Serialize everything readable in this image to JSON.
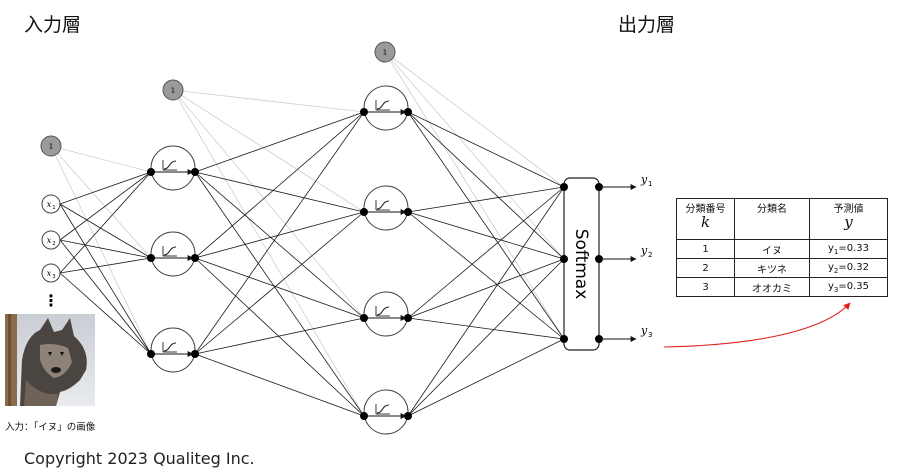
{
  "labels": {
    "input_layer": "入力層",
    "output_layer": "出力層",
    "softmax": "Softmax",
    "caption": "入力：「イヌ」の画像",
    "copyright": "Copyright 2023 Qualiteg Inc.",
    "bias": "1",
    "ellipsis": "⋮"
  },
  "inputs": [
    {
      "sym": "x",
      "sub": "1"
    },
    {
      "sym": "x",
      "sub": "2"
    },
    {
      "sym": "x",
      "sub": "3"
    }
  ],
  "outputs": [
    {
      "sym": "y",
      "sub": "1"
    },
    {
      "sym": "y",
      "sub": "2"
    },
    {
      "sym": "y",
      "sub": "3"
    }
  ],
  "table": {
    "headers": [
      {
        "label": "分類番号",
        "symbol": "k"
      },
      {
        "label": "分類名",
        "symbol": ""
      },
      {
        "label": "予測値",
        "symbol": "y"
      }
    ],
    "rows": [
      {
        "k": "1",
        "name": "イヌ",
        "pred_sym": "y",
        "pred_sub": "1",
        "pred_val": "=0.33"
      },
      {
        "k": "2",
        "name": "キツネ",
        "pred_sym": "y",
        "pred_sub": "2",
        "pred_val": "=0.32"
      },
      {
        "k": "3",
        "name": "オオカミ",
        "pred_sym": "y",
        "pred_sub": "3",
        "pred_val": "=0.35"
      }
    ]
  },
  "colors": {
    "bias_fill": "#9a9a9a",
    "grey_edge": "#cfcfcf",
    "edge": "#1a1a1a",
    "arrow": "#e0201a"
  }
}
